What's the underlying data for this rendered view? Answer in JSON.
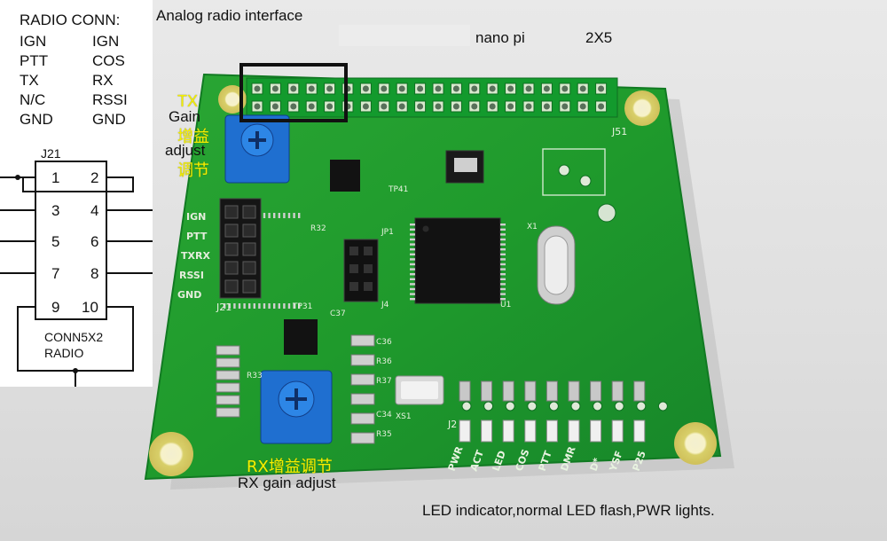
{
  "captions": {
    "top_title": "Analog radio interface",
    "nano_pi": "nano pi",
    "header_size": "2X5",
    "bottom_note": "LED indicator,normal LED flash,PWR lights.",
    "tx_label": "TX",
    "tx_gain": "Gain",
    "tx_chinese_1": "增益",
    "tx_adjust": "adjust",
    "tx_chinese_2": "调节",
    "rx_chinese": "RX增益调节",
    "rx_gain_adjust": "RX gain adjust"
  },
  "schematic": {
    "title": "RADIO CONN:",
    "pins_left": [
      "IGN",
      "PTT",
      "TX",
      "N/C",
      "GND"
    ],
    "pins_right": [
      "IGN",
      "COS",
      "RX",
      "RSSI",
      "GND"
    ],
    "ref": "J21",
    "pin_numbers": [
      "1",
      "2",
      "3",
      "4",
      "5",
      "6",
      "7",
      "8",
      "9",
      "10"
    ],
    "part_name": "CONN5X2",
    "part_desc": "RADIO"
  },
  "pcb_silk": {
    "j51": "J51",
    "tp41": "TP41",
    "jp1": "JP1",
    "j21": "J21",
    "j4": "J4",
    "j2": "J2",
    "x1": "X1",
    "xs1": "XS1",
    "u1": "U1",
    "tp31": "TP31",
    "pin_labels": [
      "IGN",
      "PTT",
      "TXRX",
      "RSSI",
      "GND"
    ],
    "res_labels": [
      "R36",
      "R37",
      "R35",
      "R33",
      "C36",
      "C34",
      "R32",
      "C37"
    ],
    "led_labels": [
      "PWR",
      "ACT",
      "LED",
      "COS",
      "PTT",
      "DMR",
      "D*",
      "YSF",
      "P25"
    ]
  },
  "colors": {
    "pcb_green": "#1f9a2c",
    "silk_yellow": "#f4f000",
    "frame_black": "#111111"
  }
}
